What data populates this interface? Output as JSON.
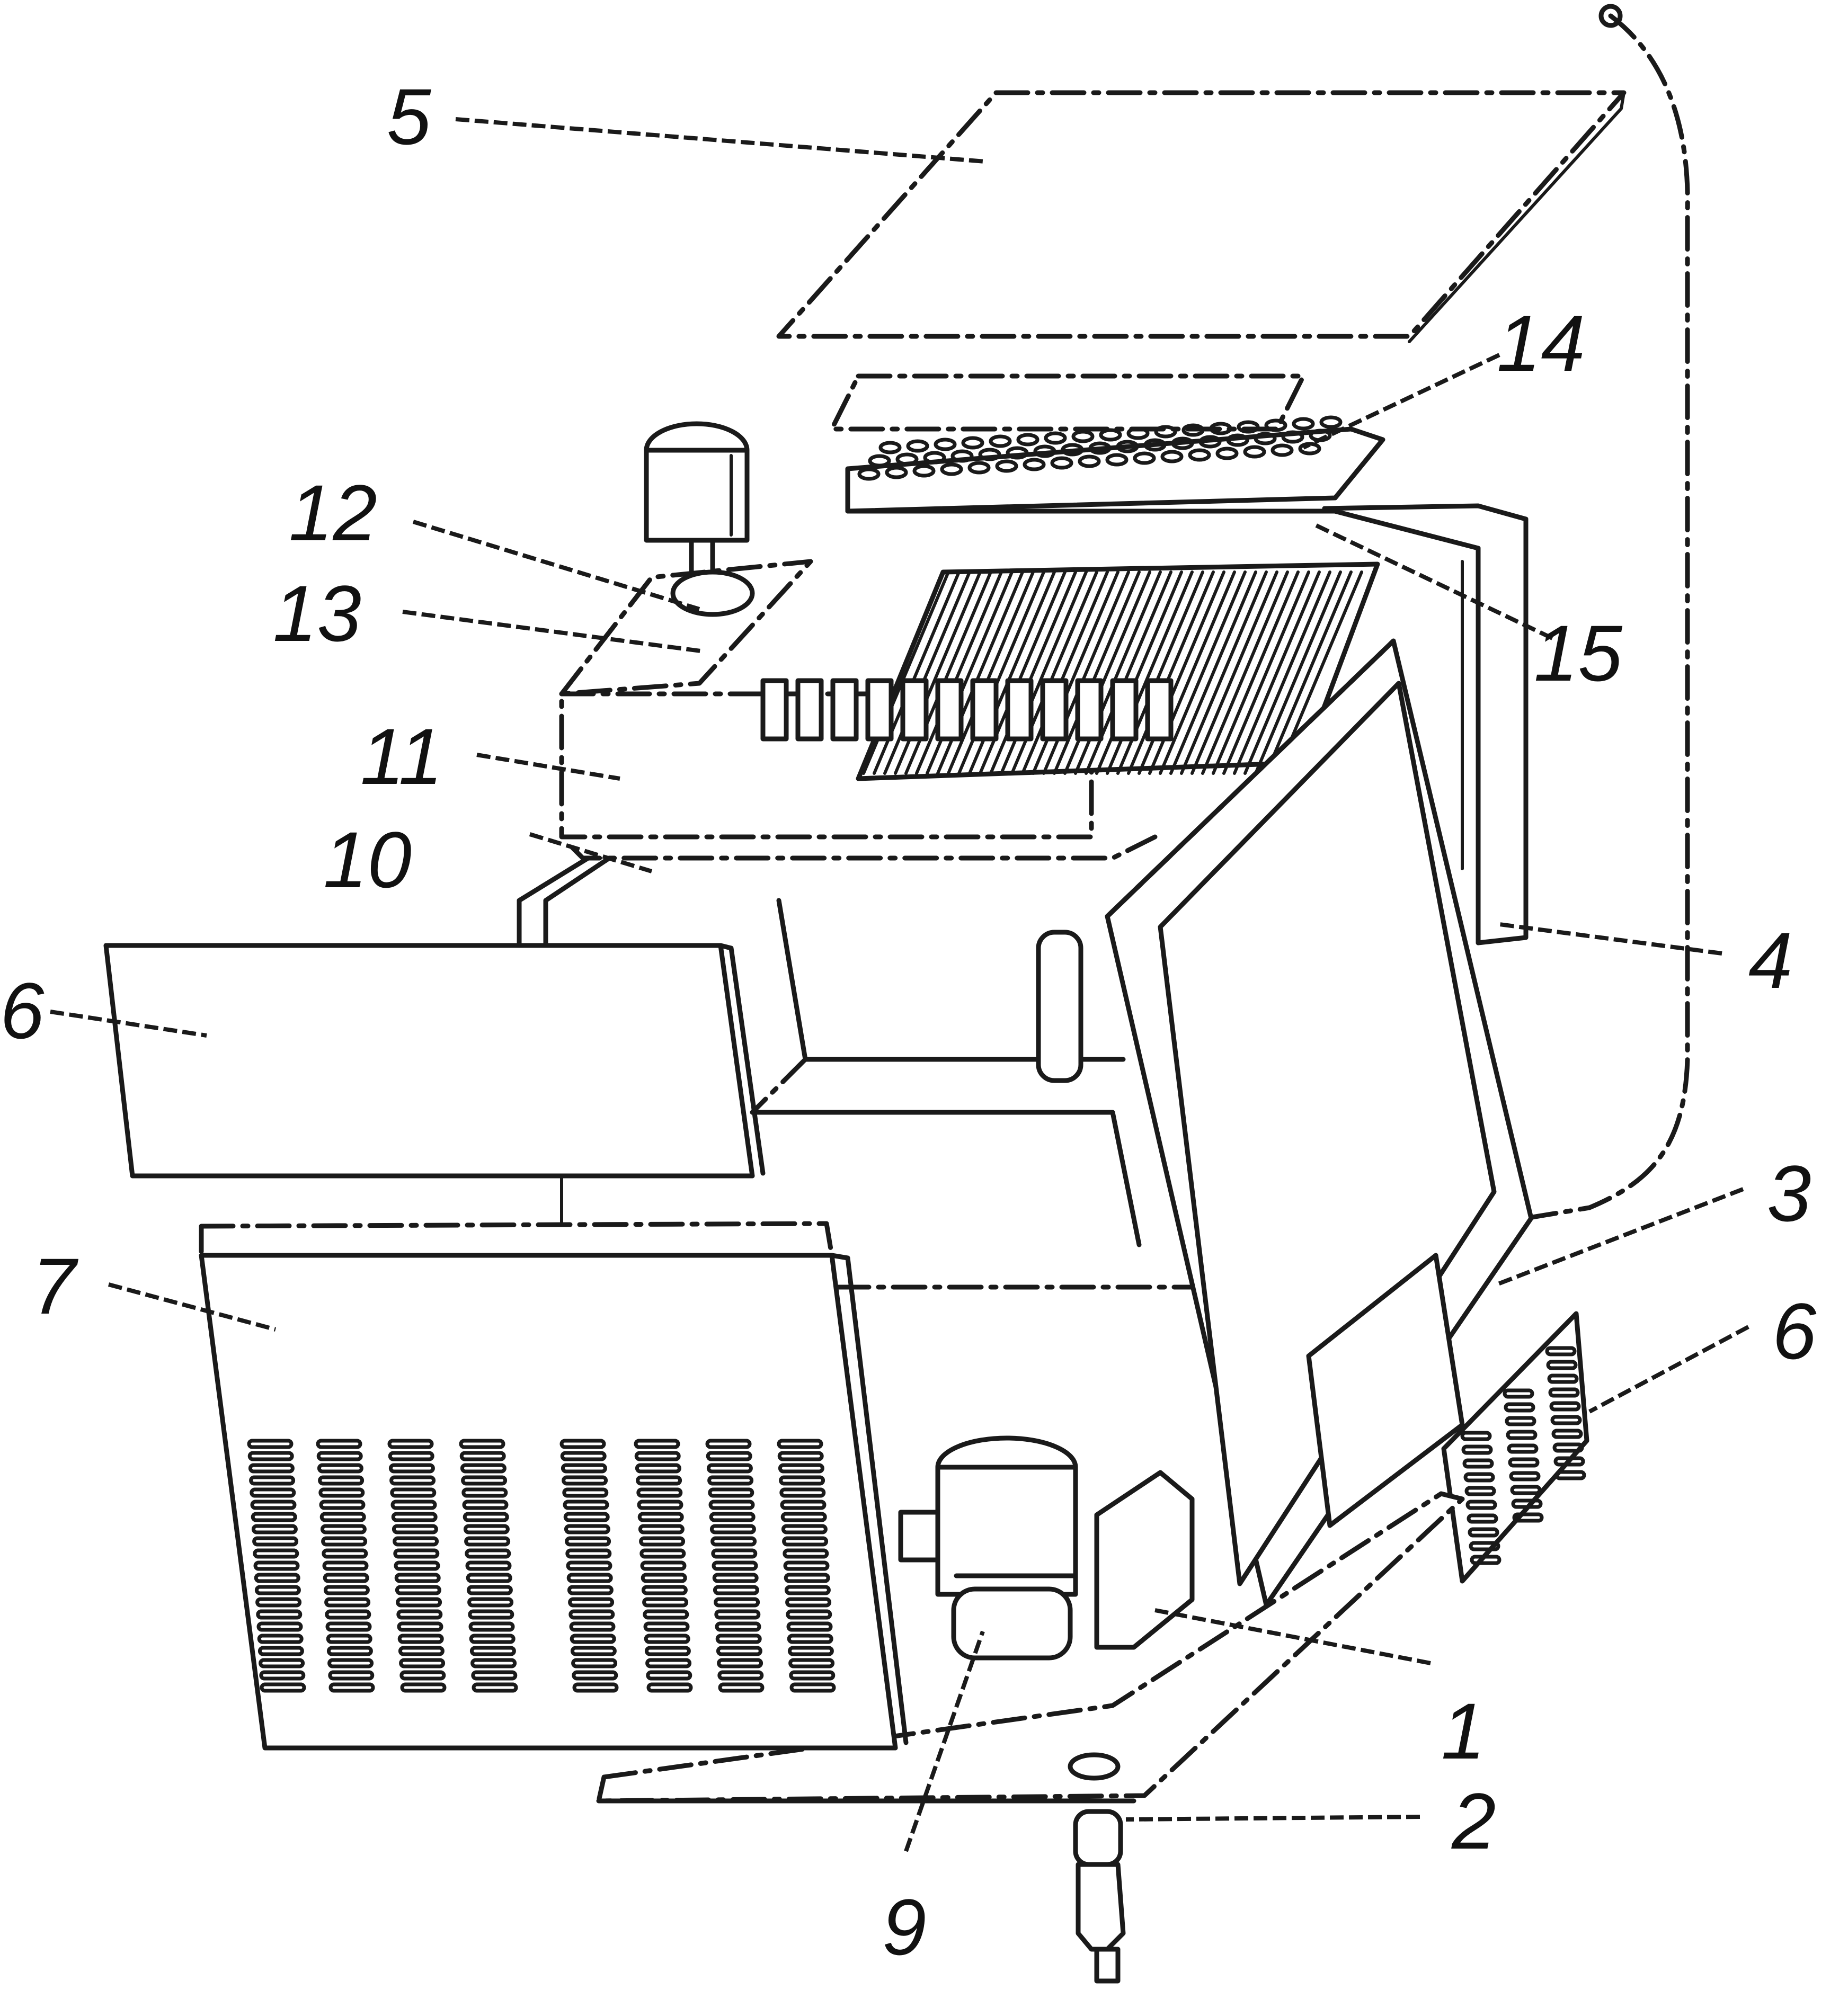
{
  "figure": {
    "labels": [
      "5",
      "14",
      "12",
      "13",
      "15",
      "11",
      "10",
      "4",
      "6",
      "3",
      "7",
      "6",
      "1",
      "2",
      "9"
    ]
  }
}
